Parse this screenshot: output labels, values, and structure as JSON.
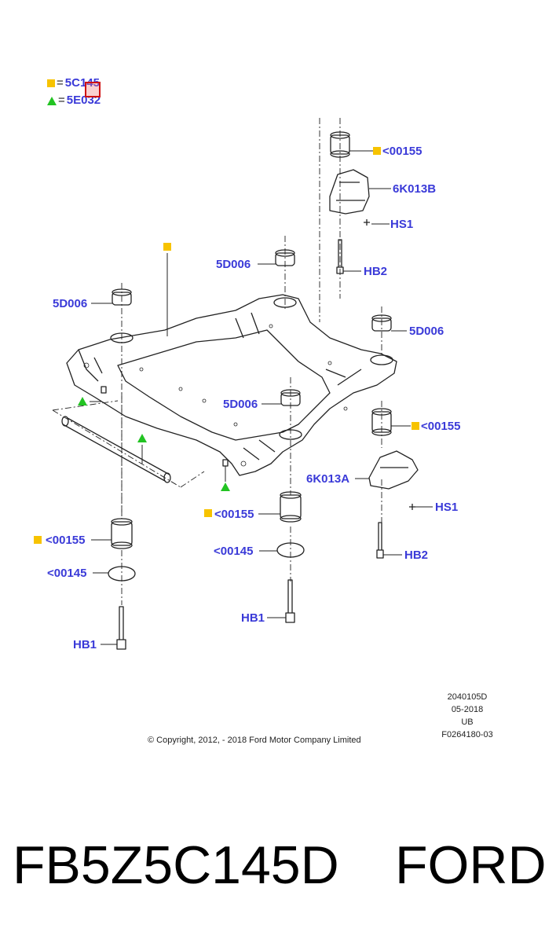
{
  "legend": {
    "square_label": "5C145",
    "triangle_label": "5E032",
    "eq": "="
  },
  "colors": {
    "callout": "#3a3ad8",
    "square_marker": "#f7c300",
    "triangle_marker": "#22c322",
    "highlight": "#d01010"
  },
  "callouts": {
    "c_00155_top": "<00155",
    "c_6k013b": "6K013B",
    "c_hs1_top": "HS1",
    "c_hb2_top": "HB2",
    "c_5d006_center": "5D006",
    "c_5d006_left": "5D006",
    "c_5d006_right": "5D006",
    "c_5d006_lower": "5D006",
    "c_00155_right": "<00155",
    "c_6k013a": "6K013A",
    "c_hs1_right": "HS1",
    "c_hb2_right": "HB2",
    "c_00155_mid": "<00155",
    "c_00145_mid": "<00145",
    "c_hb1_mid": "HB1",
    "c_00155_left": "<00155",
    "c_00145_left": "<00145",
    "c_hb1_left": "HB1"
  },
  "reference": {
    "line1": "2040105D",
    "line2": "05-2018",
    "line3": "UB",
    "line4": "F0264180-03"
  },
  "copyright": "© Copyright, 2012, - 2018 Ford Motor Company Limited",
  "footer": {
    "part_number": "FB5Z5C145D",
    "brand": "FORD"
  }
}
